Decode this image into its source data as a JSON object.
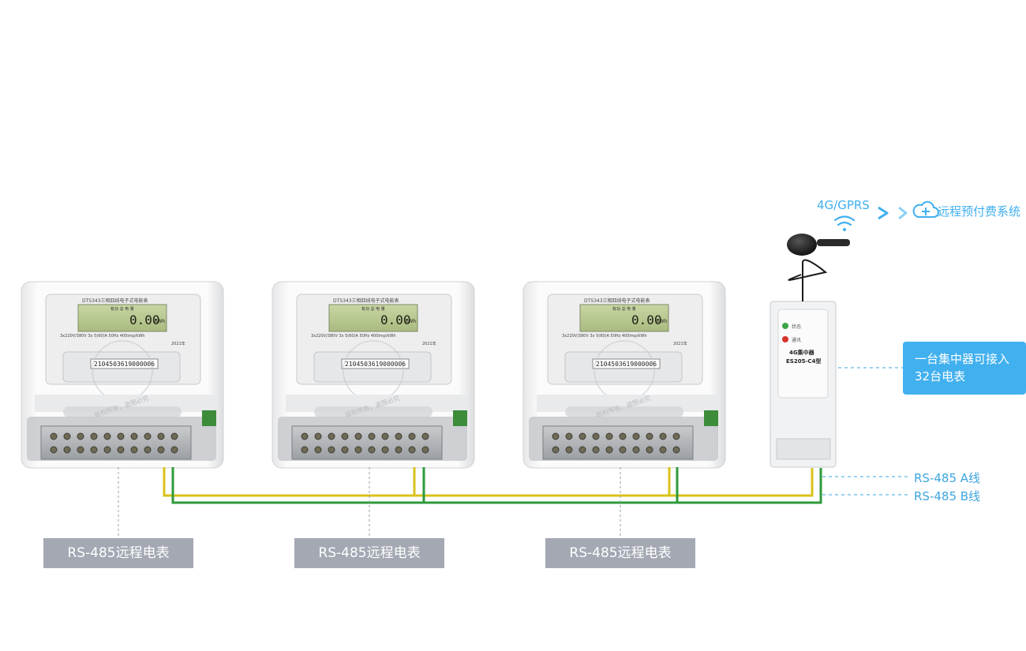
{
  "meters": [
    {
      "title": "DTS343三相四线电子式电能表",
      "display_value": "0.00",
      "display_unit": "kWh",
      "display_tags": "有功 总 电 量",
      "spec_line": "3x220V/380V  3x 5(60)A  50Hz  400imp/kWh",
      "year": "2021年",
      "serial": "2104503619000006",
      "watermark": "版权所有，盗图必究",
      "caption": "RS-485远程电表"
    },
    {
      "title": "DTS343三相四线电子式电能表",
      "display_value": "0.00",
      "display_unit": "kWh",
      "display_tags": "有功 总 电 量",
      "spec_line": "3x220V/380V  3x 5(60)A  50Hz  400imp/kWh",
      "year": "2021年",
      "serial": "2104503619000006",
      "watermark": "版权所有，盗图必究",
      "caption": "RS-485远程电表"
    },
    {
      "title": "DTS343三相四线电子式电能表",
      "display_value": "0.00",
      "display_unit": "kWh",
      "display_tags": "有功 总 电 量",
      "spec_line": "3x220V/380V  3x 5(60)A  50Hz  400imp/kWh",
      "year": "2021年",
      "serial": "2104503619000006",
      "watermark": "版权所有，盗图必究",
      "caption": "RS-485远程电表"
    }
  ],
  "concentrator": {
    "status_label": "状态",
    "comm_label": "通讯",
    "name": "4G集中器",
    "model": "ES205-C4型",
    "callout": [
      "一台集中器可接入",
      "32台电表"
    ]
  },
  "network": {
    "protocol": "4G/GPRS",
    "system": "远程预付费系统"
  },
  "bus": {
    "line_a": "RS-485 A线",
    "line_b": "RS-485 B线"
  },
  "colors": {
    "yellow_wire": "#d9c21a",
    "green_wire": "#2e9a3c",
    "accent": "#41b0ef",
    "caption_bg": "#a4a8b3"
  }
}
